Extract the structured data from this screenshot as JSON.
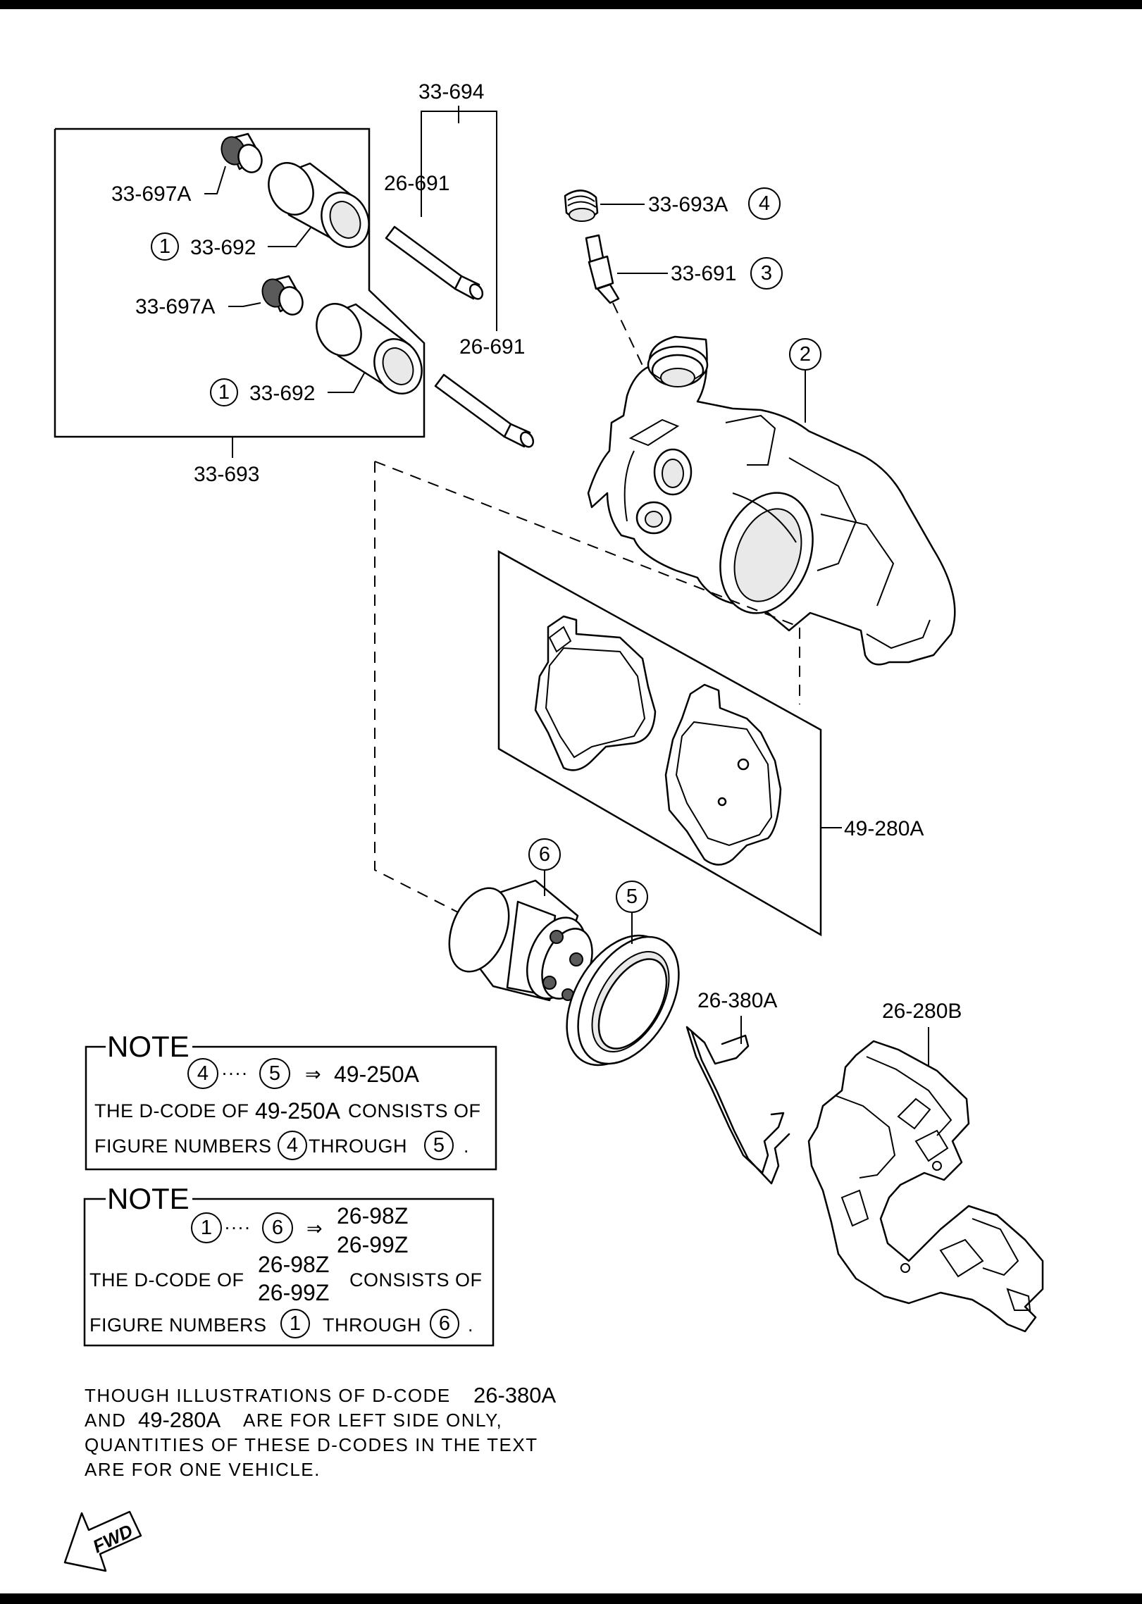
{
  "callouts": {
    "kit_pins_top": "33-694",
    "pin_upper": "26-691",
    "pin_lower": "26-691",
    "boot_upper": "33-697A",
    "boot_lower": "33-697A",
    "sleeve_upper": "33-692",
    "sleeve_lower": "33-692",
    "kit_boots_bottom": "33-693",
    "bleeder_cap": "33-693A",
    "bleeder_screw": "33-691",
    "pad_set": "49-280A",
    "spring_clip": "26-380A",
    "bracket": "26-280B"
  },
  "figure_numbers": {
    "caliper": "2",
    "bleeder_screw": "3",
    "bleeder_cap": "4",
    "piston_seal": "5",
    "piston": "6",
    "sleeve_upper": "1",
    "sleeve_lower": "1"
  },
  "note1": {
    "heading": "NOTE",
    "from": "4",
    "dots": "····",
    "to": "5",
    "arrow": "⇒",
    "dcode": "49-250A",
    "line1_pre": "THE D-CODE OF",
    "line1_code": "49-250A",
    "line1_post": "CONSISTS OF",
    "line2_pre": "FIGURE NUMBERS",
    "line2_a": "4",
    "line2_mid": "THROUGH",
    "line2_b": "5",
    "line2_end": "."
  },
  "note2": {
    "heading": "NOTE",
    "from": "1",
    "dots": "····",
    "to": "6",
    "arrow": "⇒",
    "dcode_a": "26-98Z",
    "dcode_b": "26-99Z",
    "line1_pre": "THE D-CODE OF",
    "line1_code_a": "26-98Z",
    "line1_code_b": "26-99Z",
    "line1_post": "CONSISTS OF",
    "line2_pre": "FIGURE NUMBERS",
    "line2_a": "1",
    "line2_mid": "THROUGH",
    "line2_b": "6",
    "line2_end": "."
  },
  "footnote": {
    "l1_pre": "THOUGH ILLUSTRATIONS OF D-CODE",
    "l1_code": "26-380A",
    "l2_pre": "AND",
    "l2_code": "49-280A",
    "l2_post": "ARE FOR LEFT SIDE ONLY,",
    "l3": "QUANTITIES OF THESE D-CODES IN THE TEXT",
    "l4": "ARE FOR ONE VEHICLE."
  },
  "fwd_label": "FWD"
}
